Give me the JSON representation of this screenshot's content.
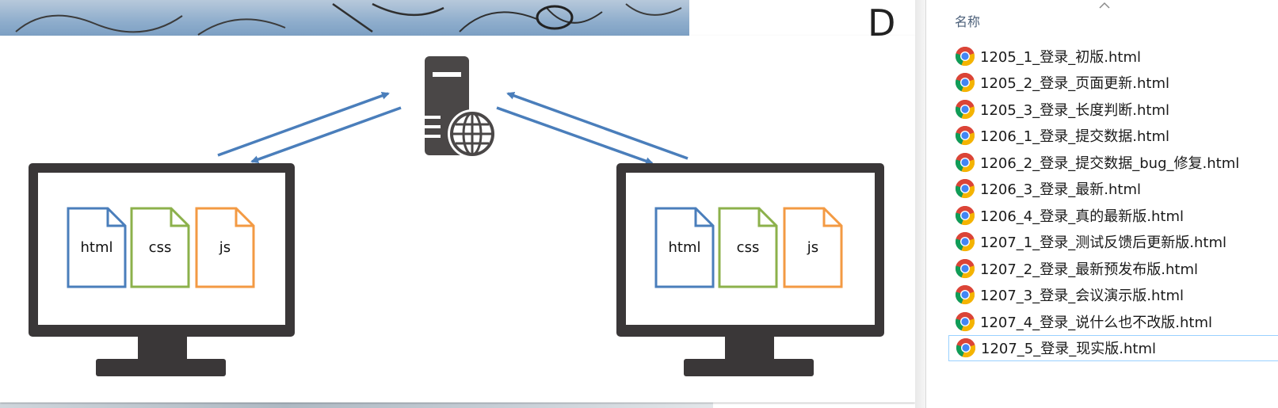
{
  "diagram": {
    "left_files": [
      "html",
      "css",
      "js"
    ],
    "right_files": [
      "html",
      "css",
      "js"
    ],
    "colors": {
      "html": "#4a7ebb",
      "css": "#8cb14b",
      "js": "#f39a43",
      "arrows": "#4a7ebb",
      "monitor": "#3a3738",
      "server": "#4a4747"
    },
    "icons": [
      "server-icon",
      "globe-icon",
      "monitor-icon",
      "file-icon"
    ]
  },
  "overlay_letter": "D",
  "explorer": {
    "column_header": "名称",
    "files": [
      "1205_1_登录_初版.html",
      "1205_2_登录_页面更新.html",
      "1205_3_登录_长度判断.html",
      "1206_1_登录_提交数据.html",
      "1206_2_登录_提交数据_bug_修复.html",
      "1206_3_登录_最新.html",
      "1206_4_登录_真的最新版.html",
      "1207_1_登录_测试反馈后更新版.html",
      "1207_2_登录_最新预发布版.html",
      "1207_3_登录_会议演示版.html",
      "1207_4_登录_说什么也不改版.html",
      "1207_5_登录_现实版.html"
    ],
    "selected_index": 11,
    "file_icon": "chrome-icon"
  }
}
